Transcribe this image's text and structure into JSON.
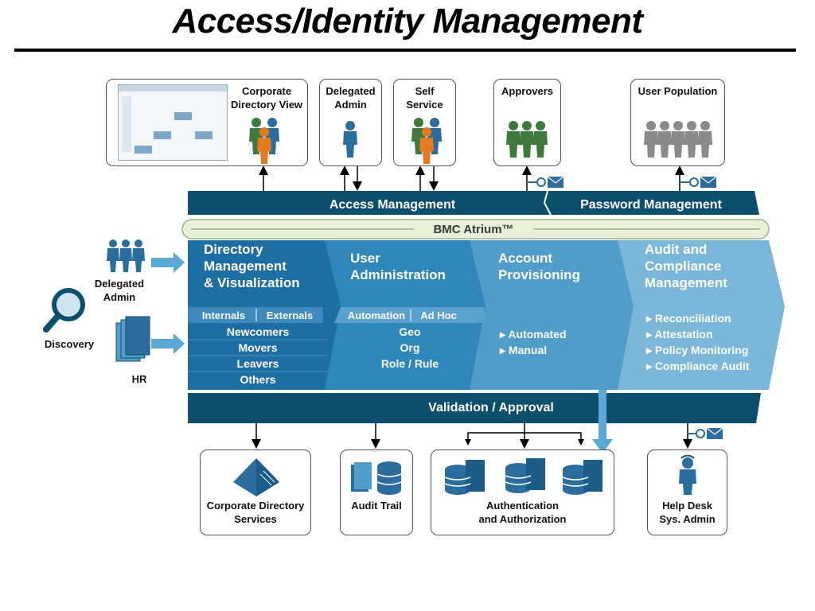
{
  "title": "Access/Identity Management",
  "top_boxes": {
    "corporate_directory_view": "Corporate\nDirectory View",
    "delegated_admin": "Delegated\nAdmin",
    "self_service": "Self\nService",
    "approvers": "Approvers",
    "user_population": "User Population"
  },
  "bars": {
    "access_management": "Access Management",
    "password_management": "Password Management",
    "bmc_atrium": "BMC Atrium™",
    "validation_approval": "Validation / Approval"
  },
  "left_side": {
    "delegated_admin": "Delegated\nAdmin",
    "discovery": "Discovery",
    "hr": "HR"
  },
  "columns": {
    "directory": {
      "title": "Directory\nManagement\n& Visualization",
      "tabs": [
        "Internals",
        "Externals"
      ],
      "items": [
        "Newcomers",
        "Movers",
        "Leavers",
        "Others"
      ]
    },
    "user_admin": {
      "title": "User\nAdministration",
      "tabs": [
        "Automation",
        "Ad Hoc"
      ],
      "items": [
        "Geo",
        "Org",
        "Role / Rule"
      ]
    },
    "account_provisioning": {
      "title": "Account\nProvisioning",
      "items": [
        "Automated",
        "Manual"
      ]
    },
    "audit": {
      "title": "Audit and\nCompliance\nManagement",
      "items": [
        "Reconciliation",
        "Attestation",
        "Policy Monitoring",
        "Compliance Audit"
      ]
    }
  },
  "bottom_boxes": {
    "corporate_directory_services": "Corporate Directory\nServices",
    "audit_trail": "Audit Trail",
    "authentication": "Authentication\nand Authorization",
    "help_desk": "Help Desk\nSys. Admin"
  },
  "colors": {
    "dark_navy": "#0b4f6c",
    "col1": "#1d6ea3",
    "col2": "#2f86b8",
    "col3": "#4f9dc8",
    "col4": "#7ab7d8",
    "green": "#3e7a3e",
    "orange": "#e57a1f",
    "blue_person": "#2b6d9e",
    "gray_person": "#8a8a8a"
  }
}
